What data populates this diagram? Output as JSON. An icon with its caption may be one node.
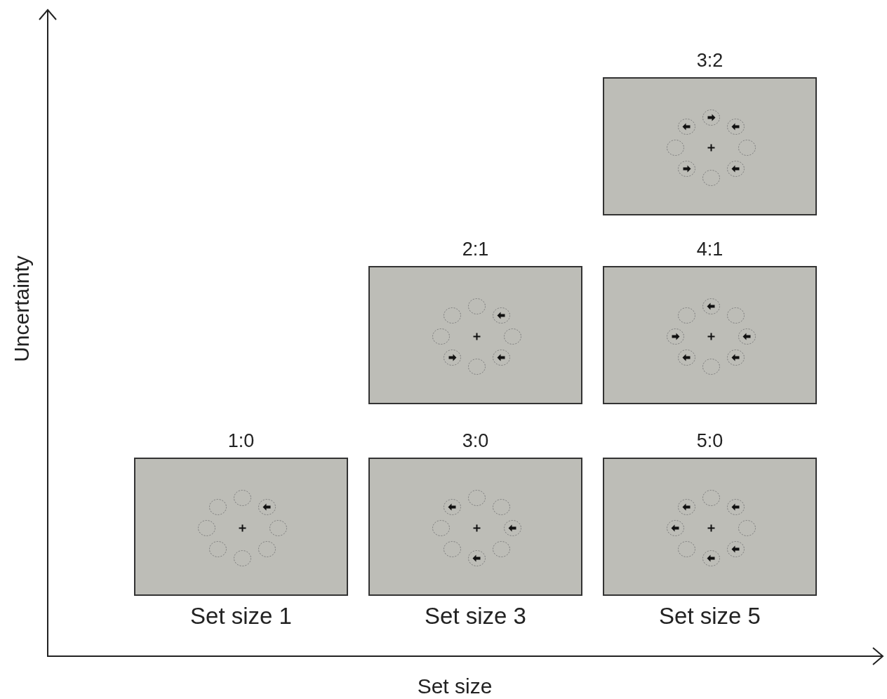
{
  "diagram": {
    "nodes": [
      {
        "text": [
          "3:2"
        ]
      },
      {
        "text": [
          "2:1"
        ]
      },
      {
        "text": [
          "4:1"
        ]
      },
      {
        "text": [
          "1:0"
        ],
        "beside": [
          "Set size 1"
        ]
      },
      {
        "text": [
          "3:0"
        ],
        "beside": [
          "Set size 3"
        ]
      },
      {
        "text": [
          "5:0"
        ],
        "beside": [
          "Set size 5"
        ]
      }
    ],
    "edges": [],
    "labels": [
      "Uncertainty",
      "Set size"
    ]
  }
}
